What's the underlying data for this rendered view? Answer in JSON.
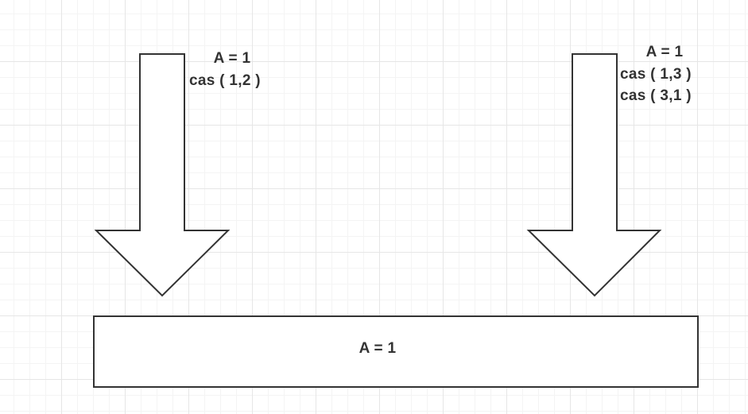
{
  "left_arrow": {
    "lines": [
      "A = 1",
      "cas ( 1,2 )"
    ]
  },
  "right_arrow": {
    "lines": [
      "A = 1",
      "cas ( 1,3 )",
      "cas ( 3,1 )"
    ]
  },
  "memory_box": {
    "label": "A = 1"
  }
}
